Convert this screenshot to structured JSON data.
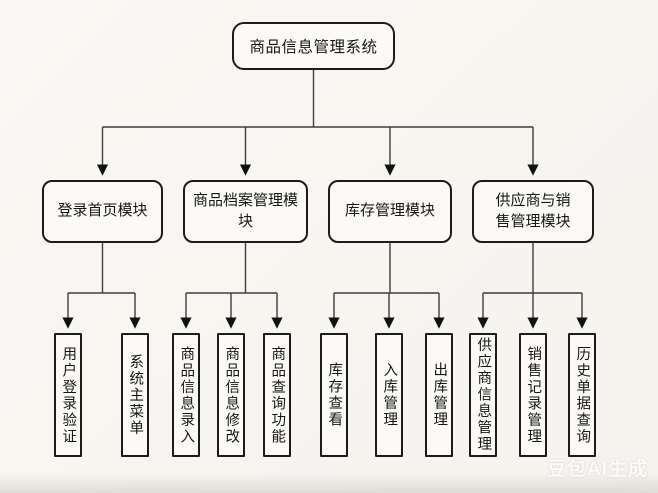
{
  "diagram": {
    "title": "商品信息管理系统",
    "root": {
      "label": "商品信息管理系统"
    },
    "modules": [
      {
        "label": "登录首页模块",
        "children": [
          "用户登录验证",
          "系统主菜单"
        ]
      },
      {
        "label": "商品档案管理模块",
        "children": [
          "商品信息录入",
          "商品信息修改",
          "商品查询功能"
        ]
      },
      {
        "label": "库存管理模块",
        "children": [
          "库存查看",
          "入库管理",
          "出库管理"
        ]
      },
      {
        "label": "供应商与销\n售管理模块",
        "children": [
          "供应商信息管理",
          "销售记录管理",
          "历史单据查询"
        ]
      }
    ],
    "watermark": {
      "text": "豆包AI生成"
    },
    "colors": {
      "background": "#f8f6f1",
      "box_border": "#1c1c1c",
      "box_fill": "#fbfaf7",
      "connector_line": "#3d3d3d",
      "arrowhead": "#111111",
      "text": "#171717",
      "watermark_text": "#ffffff"
    }
  }
}
